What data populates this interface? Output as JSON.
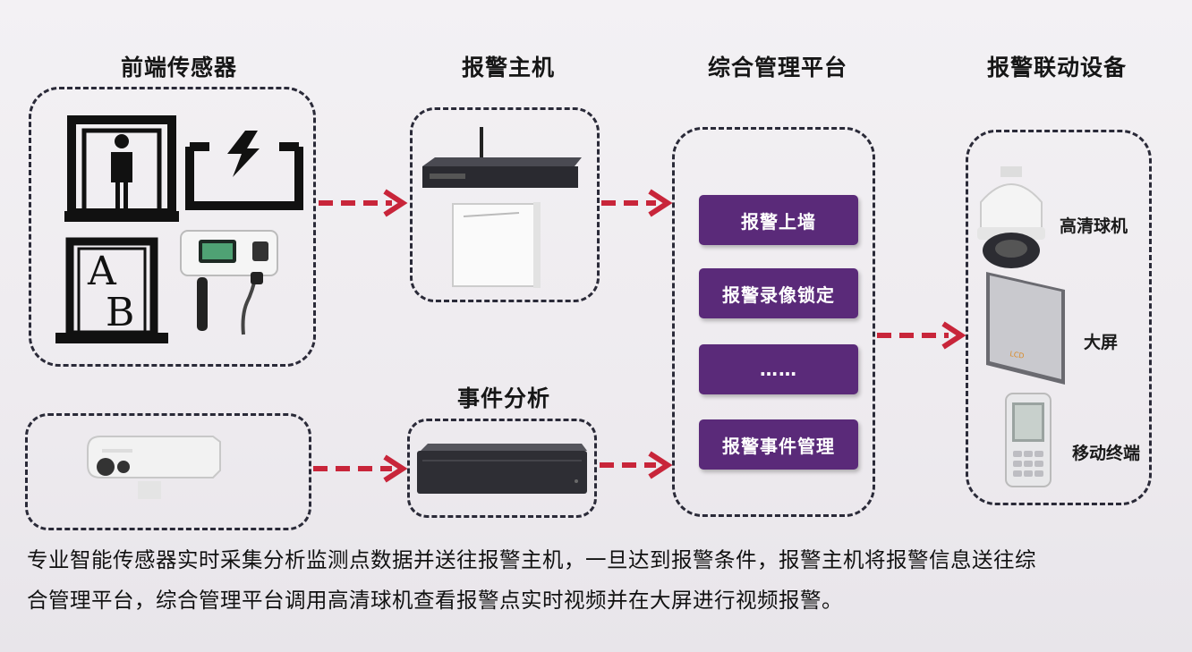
{
  "columns": {
    "sensors": "前端传感器",
    "host": "报警主机",
    "platform": "综合管理平台",
    "linkage": "报警联动设备",
    "analysis": "事件分析"
  },
  "platform_buttons": [
    "报警上墙",
    "报警录像锁定",
    "……",
    "报警事件管理"
  ],
  "device_labels": {
    "dome": "高清球机",
    "screen": "大屏",
    "mobile": "移动终端"
  },
  "sensor_glyphs": {
    "a": "A",
    "b": "B"
  },
  "screen_badge": "LCD",
  "caption": {
    "line1": "专业智能传感器实时采集分析监测点数据并送往报警主机，一旦达到报警条件，报警主机将报警信息送往综",
    "line2": "合管理平台，综合管理平台调用高清球机查看报警点实时视频并在大屏进行视频报警。"
  },
  "colors": {
    "arrow": "#c8253a",
    "button": "#5a2a79",
    "dash": "#2a2a38"
  }
}
